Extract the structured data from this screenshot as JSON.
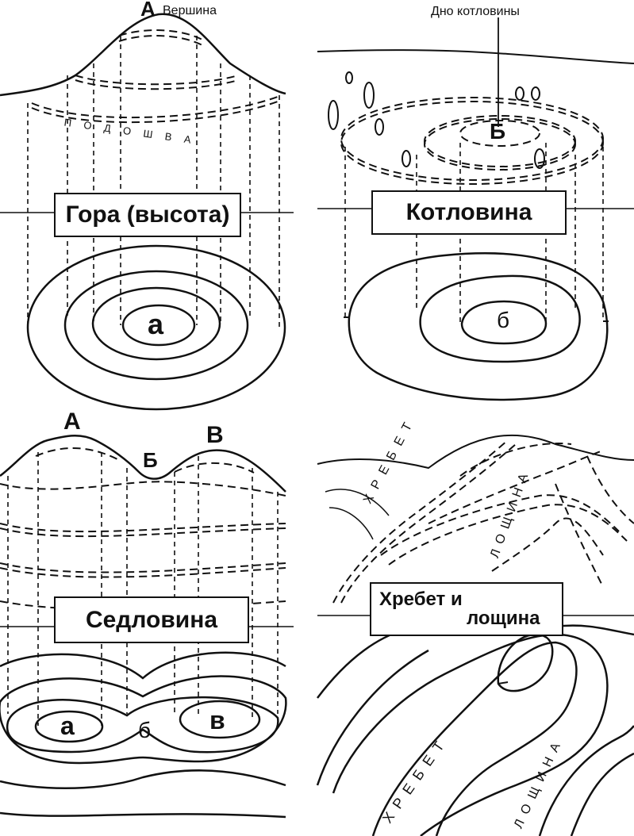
{
  "panels": {
    "mountain": {
      "title": "Гора (высота)",
      "summit_letter": "А",
      "summit_label": "Вершина",
      "slope_label": "П О Д О Ш В А",
      "map_letter": "а"
    },
    "basin": {
      "title": "Котловина",
      "bottom_label": "Дно котловины",
      "depth_letter": "Б",
      "map_letter": "б"
    },
    "saddle": {
      "title": "Седловина",
      "peak_a": "А",
      "saddle_b": "Б",
      "peak_v": "В",
      "map_a": "а",
      "map_b": "б",
      "map_v": "в"
    },
    "ridge": {
      "title_line1": "Хребет и",
      "title_line2": "лощина",
      "ridge_word": "ХРЕБЕТ",
      "hollow_word": "ЛОЩИНА"
    }
  }
}
